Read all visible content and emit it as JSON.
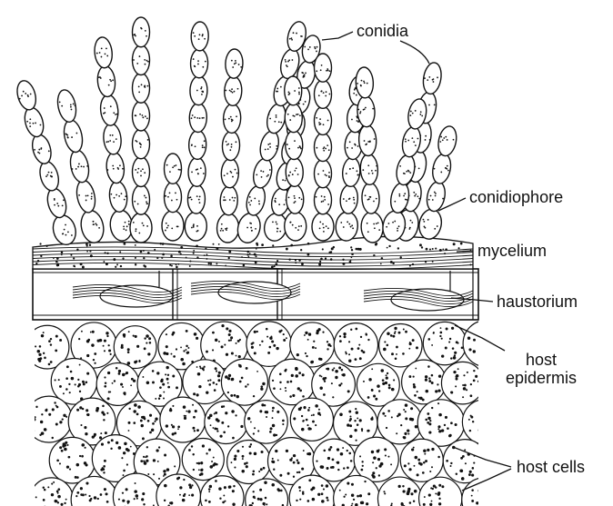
{
  "labels": {
    "conidia": "conidia",
    "conidiophore": "conidiophore",
    "mycelium": "mycelium",
    "haustorium": "haustorium",
    "host_epidermis_line1": "host",
    "host_epidermis_line2": "epidermis",
    "host_cells": "host cells"
  },
  "colors": {
    "ink": "#111111",
    "background": "#ffffff"
  }
}
